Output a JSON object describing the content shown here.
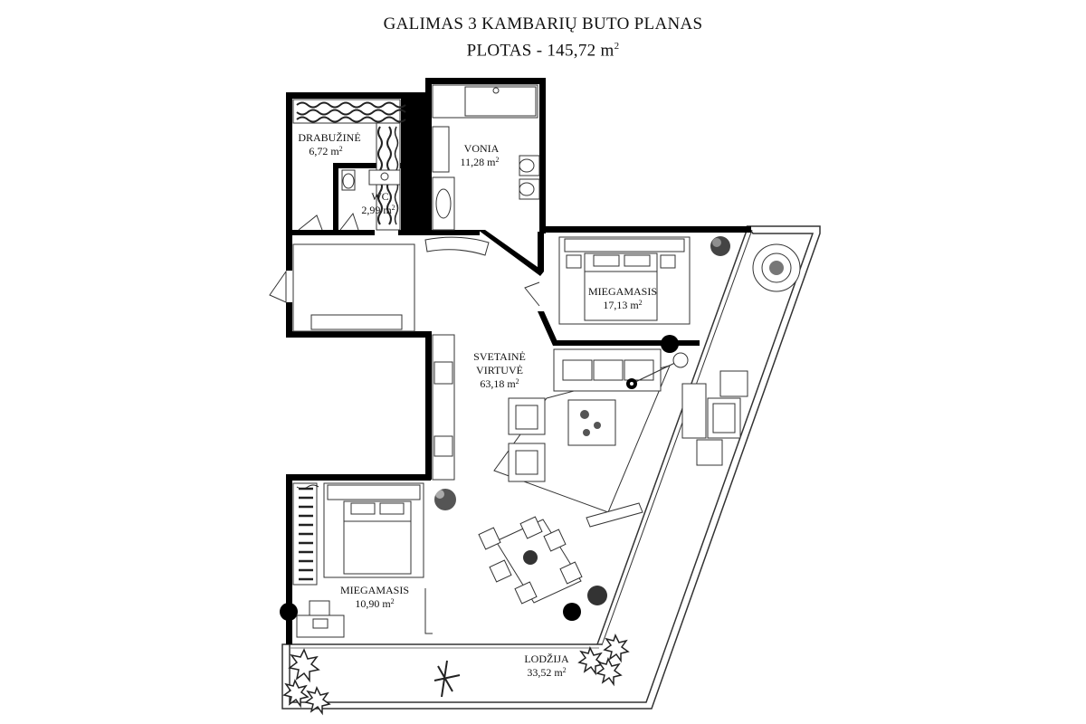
{
  "title": {
    "line1": "GALIMAS 3 KAMBARIŲ BUTO PLANAS",
    "line2_prefix": "PLOTAS - 145,72 m",
    "line2_sup": "2"
  },
  "rooms": [
    {
      "name": "DRABUŽINĖ",
      "area": "6,72 m",
      "sup": "2"
    },
    {
      "name": "VONIA",
      "area": "11,28 m",
      "sup": "2"
    },
    {
      "name": "WC",
      "area": "2,99 m",
      "sup": "2"
    },
    {
      "name": "MIEGAMASIS",
      "area": "17,13 m",
      "sup": "2"
    },
    {
      "name": "SVETAINĖ",
      "name2": "VIRTUVĖ",
      "area": "63,18 m",
      "sup": "2"
    },
    {
      "name": "MIEGAMASIS",
      "area": "10,90 m",
      "sup": "2"
    },
    {
      "name": "LODŽIJA",
      "area": "33,52 m",
      "sup": "2"
    }
  ]
}
